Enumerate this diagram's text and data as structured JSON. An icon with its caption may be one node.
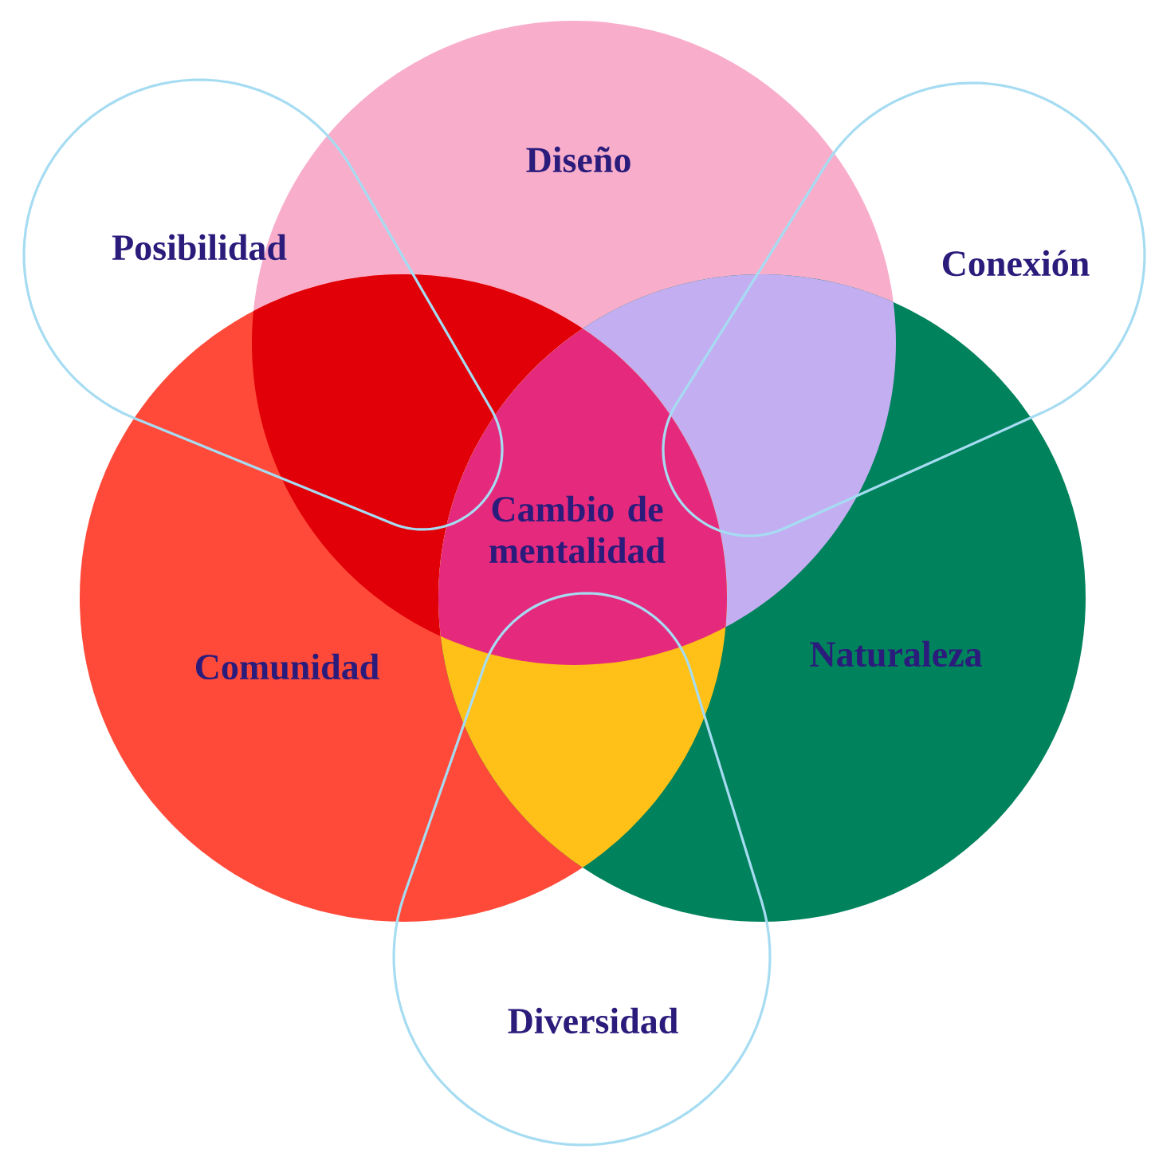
{
  "diagram": {
    "nodes": [
      {
        "text": [
          "Diseño"
        ]
      },
      {
        "text": [
          "Posibilidad"
        ]
      },
      {
        "text": [
          "Conexión"
        ]
      },
      {
        "text": [
          "Comunidad"
        ]
      },
      {
        "text": [
          "Naturaleza"
        ]
      },
      {
        "text": [
          "Diversidad"
        ]
      }
    ],
    "labels": [
      "Cambio de mentalidad"
    ]
  }
}
